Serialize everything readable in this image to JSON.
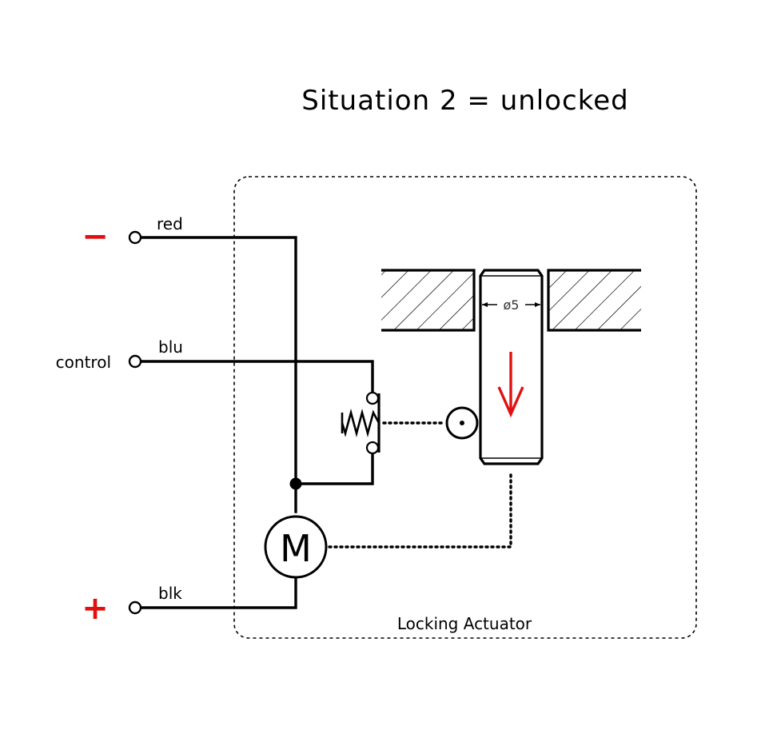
{
  "title": "Situation 2 = unlocked",
  "enclosure_label": "Locking Actuator",
  "terminals": [
    {
      "polarity": "−",
      "wire": "red"
    },
    {
      "polarity": "",
      "name": "control",
      "wire": "blu"
    },
    {
      "polarity": "+",
      "wire": "blk"
    }
  ],
  "motor_label": "M",
  "pin_dimension": "ø5",
  "pin_state": "unlocked",
  "arrow_direction": "down",
  "colors": {
    "line": "#000000",
    "polarity": "#e01010",
    "arrow": "#e01010"
  }
}
